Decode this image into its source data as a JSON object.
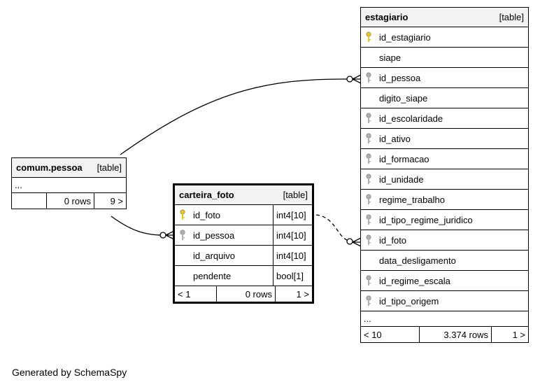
{
  "tables": {
    "pessoa": {
      "name": "comum.pessoa",
      "kind": "[table]",
      "ellipsis": "...",
      "footer": [
        "",
        "0 rows",
        "9 >"
      ]
    },
    "carteira": {
      "name": "carteira_foto",
      "kind": "[table]",
      "columns": [
        {
          "name": "id_foto",
          "type": "int4[10]",
          "key": "primary"
        },
        {
          "name": "id_pessoa",
          "type": "int4[10]",
          "key": "foreign"
        },
        {
          "name": "id_arquivo",
          "type": "int4[10]",
          "key": "none"
        },
        {
          "name": "pendente",
          "type": "bool[1]",
          "key": "none"
        }
      ],
      "footer": [
        "< 1",
        "0 rows",
        "1 >"
      ]
    },
    "estagiario": {
      "name": "estagiario",
      "kind": "[table]",
      "columns": [
        {
          "name": "id_estagiario",
          "key": "primary"
        },
        {
          "name": "siape",
          "key": "none"
        },
        {
          "name": "id_pessoa",
          "key": "foreign"
        },
        {
          "name": "digito_siape",
          "key": "none"
        },
        {
          "name": "id_escolaridade",
          "key": "foreign"
        },
        {
          "name": "id_ativo",
          "key": "foreign"
        },
        {
          "name": "id_formacao",
          "key": "foreign"
        },
        {
          "name": "id_unidade",
          "key": "foreign"
        },
        {
          "name": "regime_trabalho",
          "key": "foreign"
        },
        {
          "name": "id_tipo_regime_juridico",
          "key": "foreign"
        },
        {
          "name": "id_foto",
          "key": "foreign"
        },
        {
          "name": "data_desligamento",
          "key": "none"
        },
        {
          "name": "id_regime_escala",
          "key": "foreign"
        },
        {
          "name": "id_tipo_origem",
          "key": "foreign"
        }
      ],
      "ellipsis": "...",
      "footer": [
        "< 10",
        "3.374 rows",
        "1 >"
      ]
    }
  },
  "caption": "Generated by SchemaSpy",
  "colors": {
    "primary_key": "#e6c619",
    "foreign_key": "#b0b0b0",
    "header_bg": "#f2f2f2"
  }
}
